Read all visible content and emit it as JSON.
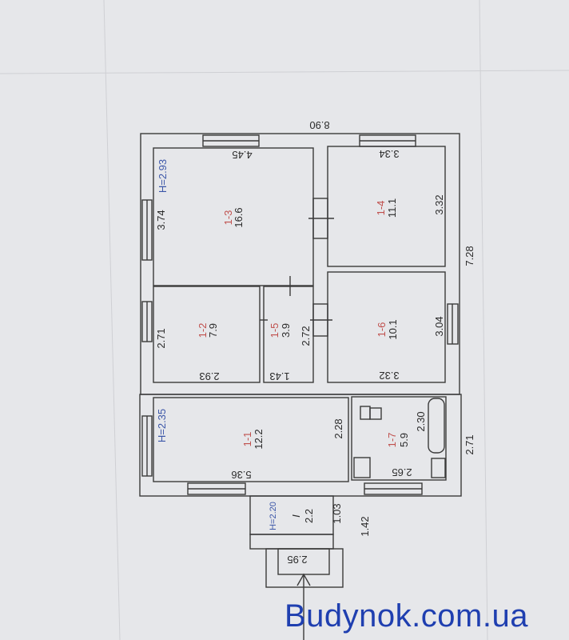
{
  "plan": {
    "overall_width": "8.90",
    "overall_depth": "7.28",
    "lower_depth": "2.71",
    "porch_depth": "1.42",
    "step_width": "2.95",
    "rooms": [
      {
        "id": "1-3",
        "area": "16.6",
        "dim_a": "4.45",
        "dim_b": "3.74",
        "height": "H=2.93"
      },
      {
        "id": "1-4",
        "area": "11.1",
        "dim_a": "3.34",
        "dim_b": "3.32"
      },
      {
        "id": "1-2",
        "area": "7.9",
        "dim_a": "2.93",
        "dim_b": "2.71"
      },
      {
        "id": "1-5",
        "area": "3.9",
        "dim_a": "1.43",
        "dim_b": "2.72"
      },
      {
        "id": "1-6",
        "area": "10.1",
        "dim_a": "3.32",
        "dim_b": "3.04"
      },
      {
        "id": "1-1",
        "area": "12.2",
        "dim_a": "5.36",
        "dim_b": "2.28",
        "height": "H=2.35"
      },
      {
        "id": "1-7",
        "area": "5.9",
        "dim_a": "2.65",
        "dim_b": "2.30"
      },
      {
        "id": "I",
        "area": "2.2",
        "dim_b": "1.03",
        "height": "H=2.20"
      }
    ]
  },
  "watermark": "Budynok.com.ua"
}
